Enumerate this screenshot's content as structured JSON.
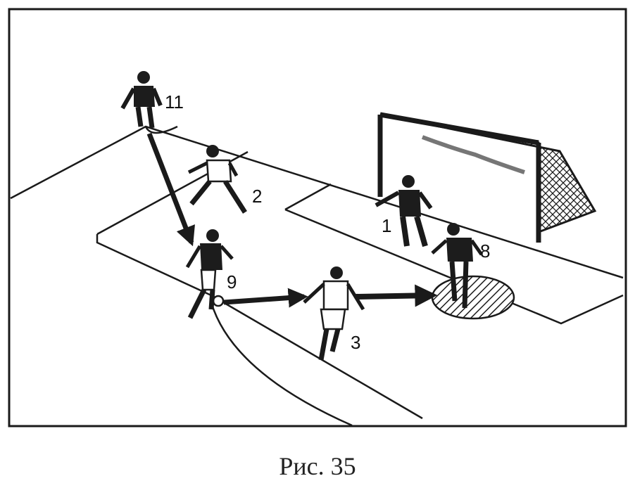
{
  "caption": "Рис. 35",
  "players": [
    {
      "number": "11",
      "icon": "player-icon"
    },
    {
      "number": "2",
      "icon": "player-icon"
    },
    {
      "number": "1",
      "icon": "goalkeeper-icon"
    },
    {
      "number": "9",
      "icon": "player-icon"
    },
    {
      "number": "8",
      "icon": "player-icon"
    },
    {
      "number": "3",
      "icon": "player-icon"
    }
  ],
  "colors": {
    "ink": "#1a1a1a",
    "paper": "#ffffff"
  }
}
